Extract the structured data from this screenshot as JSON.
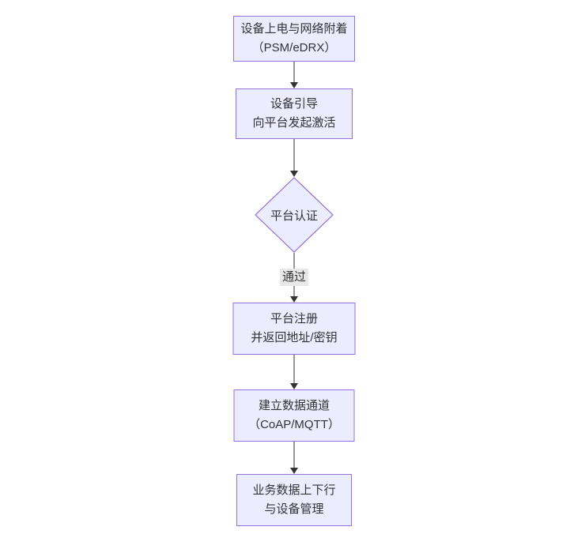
{
  "diagram": {
    "type": "flowchart",
    "direction": "top-down",
    "colors": {
      "node_fill": "#ECECFF",
      "node_border": "#9370DB",
      "node_text": "#333333",
      "arrow": "#333333",
      "edge_label_bg": "#e8e8e8",
      "edge_label_text": "#333333",
      "background": "#ffffff"
    },
    "nodes": [
      {
        "id": "power_on_attach",
        "shape": "rect",
        "lines": [
          "设备上电与网络附着",
          "（PSM/eDRX）"
        ]
      },
      {
        "id": "bootstrap_activate",
        "shape": "rect",
        "lines": [
          "设备引导",
          "向平台发起激活"
        ]
      },
      {
        "id": "platform_auth",
        "shape": "diamond",
        "lines": [
          "平台认证"
        ]
      },
      {
        "id": "platform_register",
        "shape": "rect",
        "lines": [
          "平台注册",
          "并返回地址/密钥"
        ]
      },
      {
        "id": "data_channel",
        "shape": "rect",
        "lines": [
          "建立数据通道",
          "（CoAP/MQTT）"
        ]
      },
      {
        "id": "business_data",
        "shape": "rect",
        "lines": [
          "业务数据上下行",
          "与设备管理"
        ]
      }
    ],
    "edges": [
      {
        "from": "power_on_attach",
        "to": "bootstrap_activate",
        "label": ""
      },
      {
        "from": "bootstrap_activate",
        "to": "platform_auth",
        "label": ""
      },
      {
        "from": "platform_auth",
        "to": "platform_register",
        "label": "通过"
      },
      {
        "from": "platform_register",
        "to": "data_channel",
        "label": ""
      },
      {
        "from": "data_channel",
        "to": "business_data",
        "label": ""
      }
    ]
  }
}
